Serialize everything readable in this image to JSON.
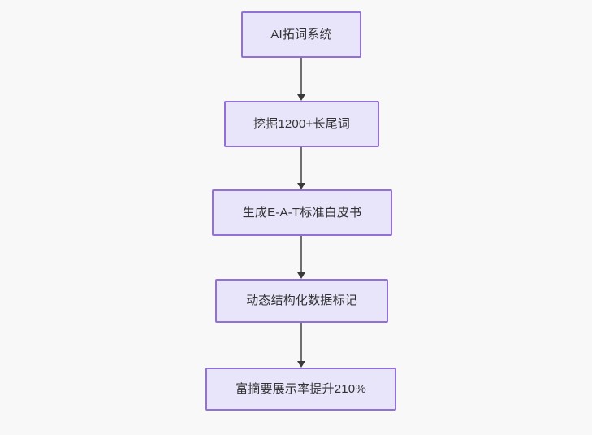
{
  "diagram": {
    "type": "flowchart",
    "orientation": "top-to-bottom",
    "background_color": "#f8f8f8",
    "node_fill_color": "#e8e4fa",
    "node_border_color": "#9370d8",
    "node_text_color": "#333333",
    "connector_color": "#707070",
    "arrowhead_color": "#3a3a3a",
    "nodes": [
      {
        "id": "n1",
        "label": "AI拓词系统"
      },
      {
        "id": "n2",
        "label": "挖掘1200+长尾词"
      },
      {
        "id": "n3",
        "label": "生成E-A-T标准白皮书"
      },
      {
        "id": "n4",
        "label": "动态结构化数据标记"
      },
      {
        "id": "n5",
        "label": "富摘要展示率提升210%"
      }
    ],
    "edges": [
      {
        "from": "n1",
        "to": "n2",
        "label": ""
      },
      {
        "from": "n2",
        "to": "n3",
        "label": ""
      },
      {
        "from": "n3",
        "to": "n4",
        "label": ""
      },
      {
        "from": "n4",
        "to": "n5",
        "label": ""
      }
    ]
  }
}
